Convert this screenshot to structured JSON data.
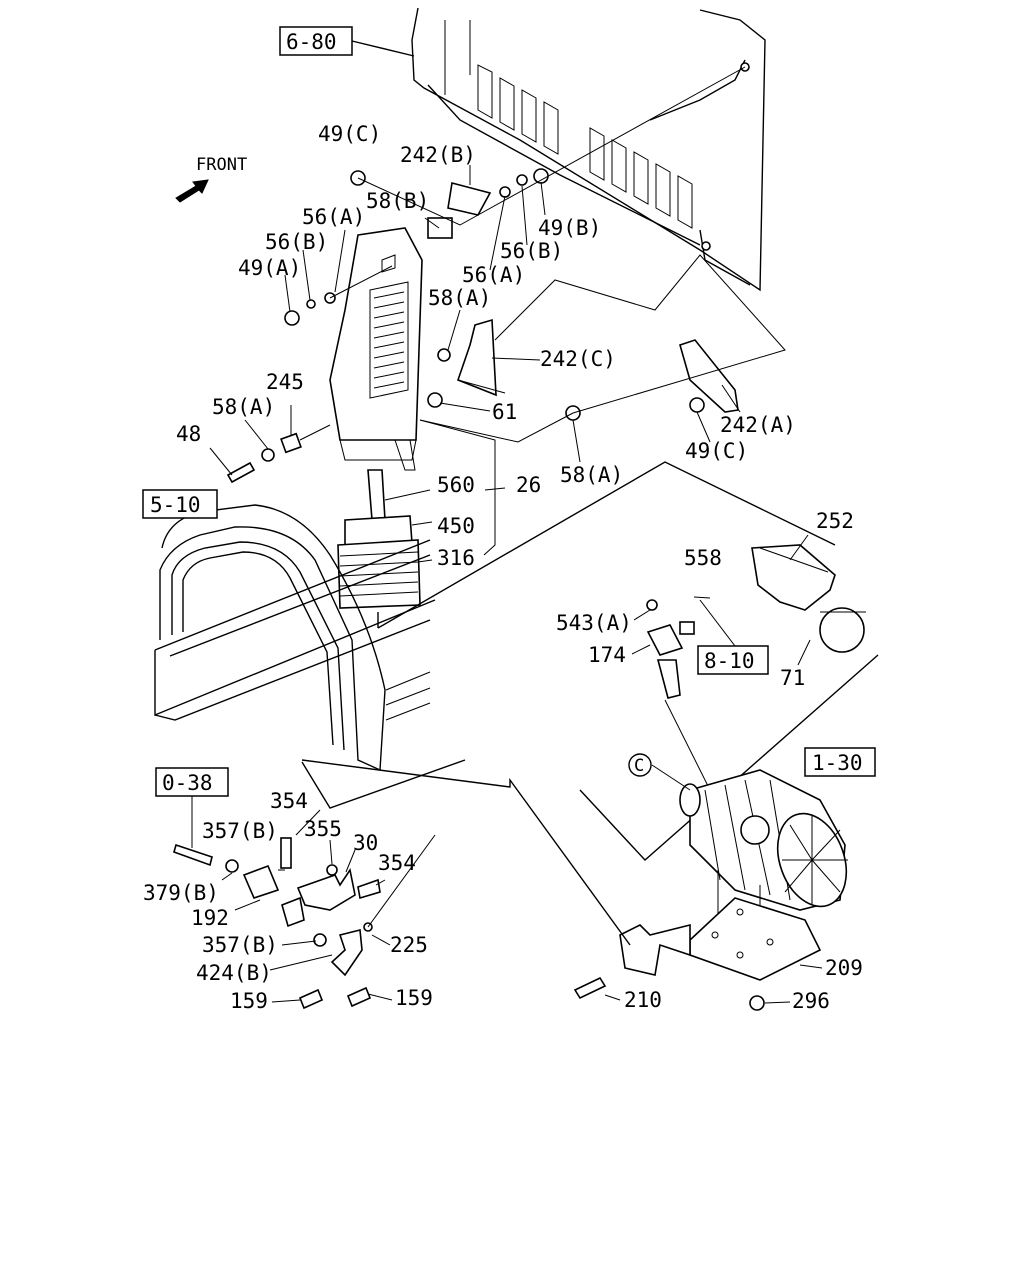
{
  "front_label": "FRONT",
  "refs": {
    "r680": "6-80",
    "r510": "5-10",
    "r038": "0-38",
    "r810": "8-10",
    "r130": "1-30"
  },
  "circle_c": "C",
  "labels": {
    "l49c_top": "49(C)",
    "l242b": "242(B)",
    "l58b": "58(B)",
    "l56a_top": "56(A)",
    "l56b_top": "56(B)",
    "l49a": "49(A)",
    "l49b": "49(B)",
    "l56b_right": "56(B)",
    "l56a_right": "56(A)",
    "l58a_upper": "58(A)",
    "l242c": "242(C)",
    "l245": "245",
    "l58a_left": "58(A)",
    "l61": "61",
    "l48": "48",
    "l242a": "242(A)",
    "l49c_right": "49(C)",
    "l58a_mid": "58(A)",
    "l560": "560",
    "l26": "26",
    "l450": "450",
    "l316": "316",
    "l252": "252",
    "l558": "558",
    "l543a": "543(A)",
    "l174": "174",
    "l71": "71",
    "l354_top": "354",
    "l357b_top": "357(B)",
    "l355": "355",
    "l30": "30",
    "l354_right": "354",
    "l379b": "379(B)",
    "l192": "192",
    "l357b_bottom": "357(B)",
    "l225": "225",
    "l424b": "424(B)",
    "l159_left": "159",
    "l159_right": "159",
    "l210": "210",
    "l209": "209",
    "l296": "296"
  }
}
